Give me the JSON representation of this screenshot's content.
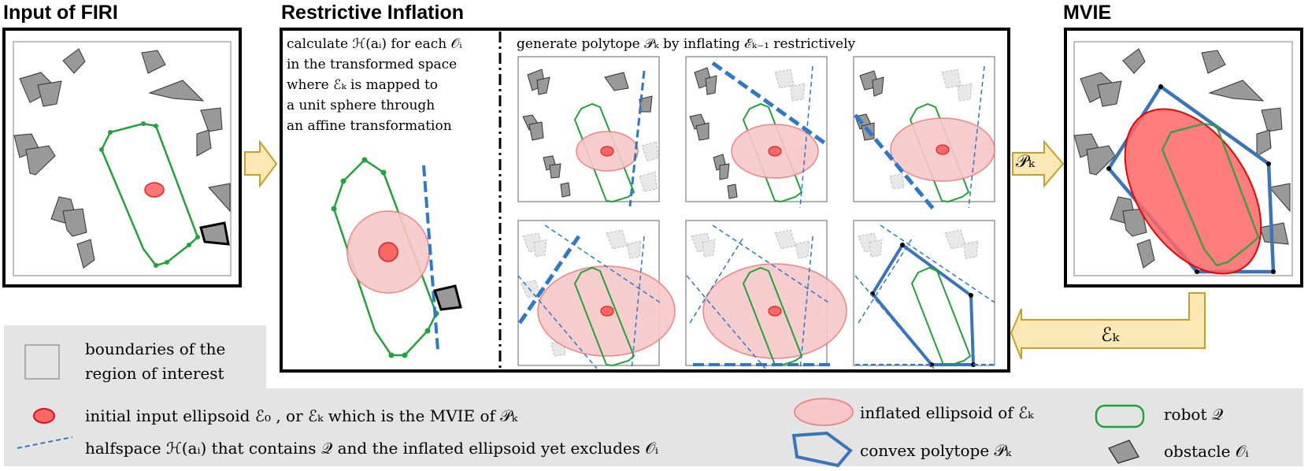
{
  "titles": {
    "input": "Input of FIRI",
    "restrictive": "Restrictive Inflation",
    "mvie": "MVIE"
  },
  "restrictive_desc": [
    "calculate ℋ(aᵢ) for each 𝒪ᵢ",
    "in the transformed space",
    "where ℰₖ is mapped to",
    "a unit sphere through",
    "an affine transformation"
  ],
  "generate_desc": "generate polytope 𝒫ₖ by inflating ℰₖ₋₁ restrictively",
  "arrow_labels": {
    "pk": "𝒫ₖ",
    "ek": "ℰₖ"
  },
  "legend": {
    "boundary": [
      "boundaries of the",
      "region of interest"
    ],
    "initial": "initial input ellipsoid ℰ₀ , or ℰₖ which is the MVIE of 𝒫ₖ",
    "halfspace": "halfspace ℋ(aᵢ) that contains 𝒬 and the inflated ellipsoid yet excludes 𝒪ᵢ",
    "inflated": "inflated ellipsoid of ℰₖ",
    "polytope": "convex polytope 𝒫ₖ",
    "robot": "robot 𝒬",
    "obstacle": "obstacle 𝒪ᵢ"
  },
  "colors": {
    "robot": "#22a23a",
    "ellipse_core": "#ee5555",
    "inflated": "#f8c8c8",
    "halfspace": "#2f78c8",
    "polytope": "#3a75b8",
    "obstacle": "#9a9a9a",
    "arrow_fill": "#fbe9b5",
    "arrow_stroke": "#c8a028",
    "legend_bg": "#e4e4e4"
  }
}
